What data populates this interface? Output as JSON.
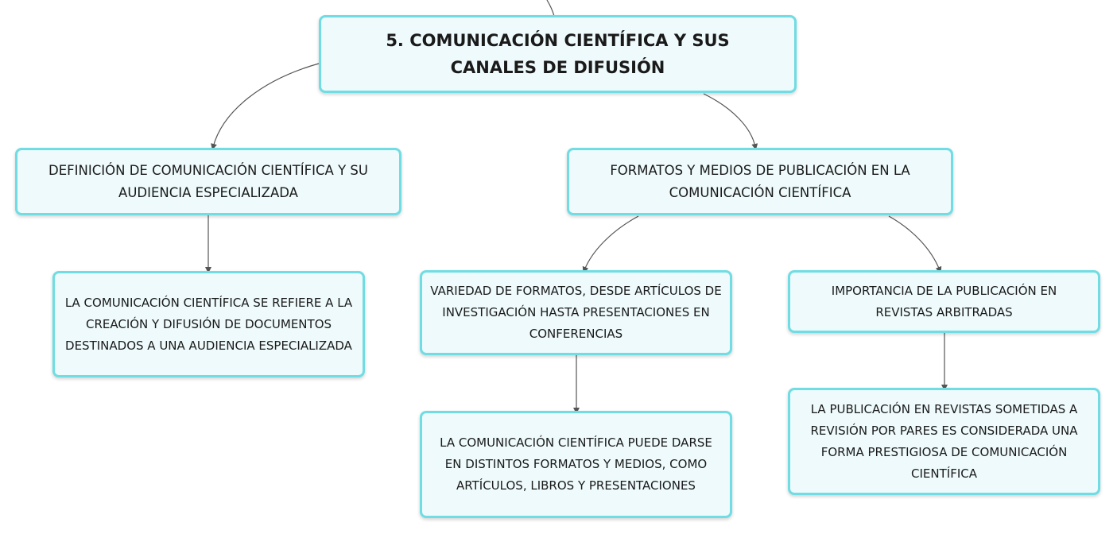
{
  "diagram": {
    "root": {
      "text": "5. COMUNICACIÓN CIENTÍFICA Y SUS CANALES DE DIFUSIÓN"
    },
    "definition": {
      "text": "DEFINICIÓN DE COMUNICACIÓN CIENTÍFICA Y SU AUDIENCIA ESPECIALIZADA"
    },
    "definition_detail": {
      "text": "LA COMUNICACIÓN CIENTÍFICA SE REFIERE A LA CREACIÓN Y DIFUSIÓN DE DOCUMENTOS DESTINADOS A UNA AUDIENCIA ESPECIALIZADA"
    },
    "formats": {
      "text": "FORMATOS Y MEDIOS DE PUBLICACIÓN EN LA COMUNICACIÓN CIENTÍFICA"
    },
    "variety": {
      "text": "VARIEDAD DE FORMATOS, DESDE ARTÍCULOS DE INVESTIGACIÓN HASTA PRESENTACIONES EN CONFERENCIAS"
    },
    "variety_detail": {
      "text": "LA COMUNICACIÓN CIENTÍFICA PUEDE DARSE EN DISTINTOS FORMATOS Y MEDIOS, COMO ARTÍCULOS, LIBROS Y PRESENTACIONES"
    },
    "importance": {
      "text": "IMPORTANCIA DE LA PUBLICACIÓN EN REVISTAS ARBITRADAS"
    },
    "importance_detail": {
      "text": "LA PUBLICACIÓN EN REVISTAS SOMETIDAS A REVISIÓN POR PARES ES CONSIDERADA UNA FORMA PRESTIGIOSA DE COMUNICACIÓN CIENTÍFICA"
    }
  },
  "colors": {
    "node_border": "#6fdde3",
    "node_fill": "#eefafb",
    "connector": "#555555"
  }
}
